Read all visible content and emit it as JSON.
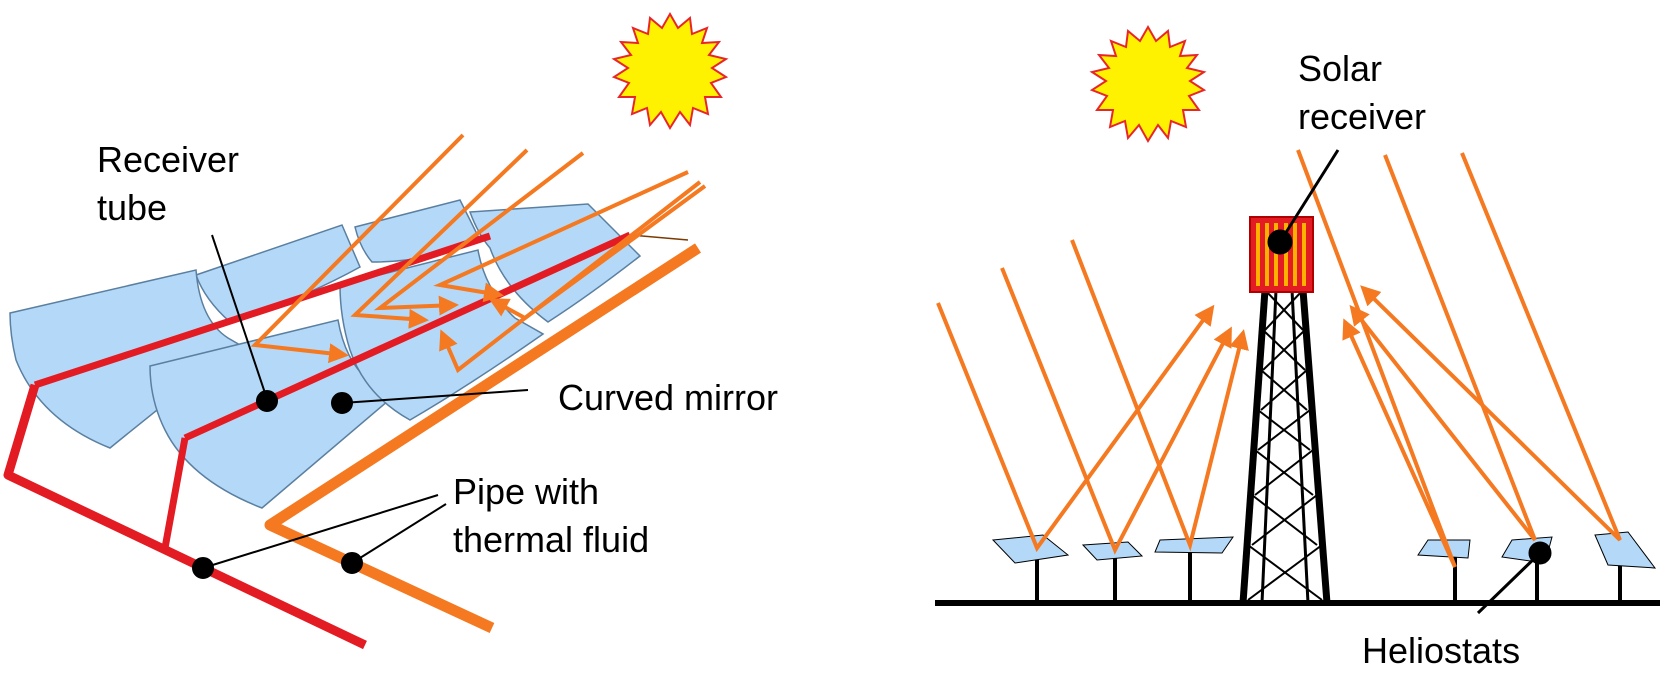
{
  "left_panel": {
    "title": "Parabolic trough collector",
    "labels": {
      "receiver_tube_line1": "Receiver",
      "receiver_tube_line2": "tube",
      "curved_mirror": "Curved mirror",
      "pipe_line1": "Pipe with",
      "pipe_line2": "thermal fluid"
    }
  },
  "right_panel": {
    "title": "Solar power tower",
    "labels": {
      "solar_receiver_line1": "Solar",
      "solar_receiver_line2": "receiver",
      "heliostats": "Heliostats"
    }
  },
  "colors": {
    "sun_fill": "#FFF200",
    "sun_outline": "#E8262A",
    "ray": "#F47920",
    "mirror_fill": "#B4D8F7",
    "mirror_edge": "#5A7FA0",
    "red_pipe": "#E31B23",
    "orange_pipe": "#F47920",
    "ink": "#000000"
  },
  "icons": [
    "sun-icon",
    "sun-icon"
  ]
}
